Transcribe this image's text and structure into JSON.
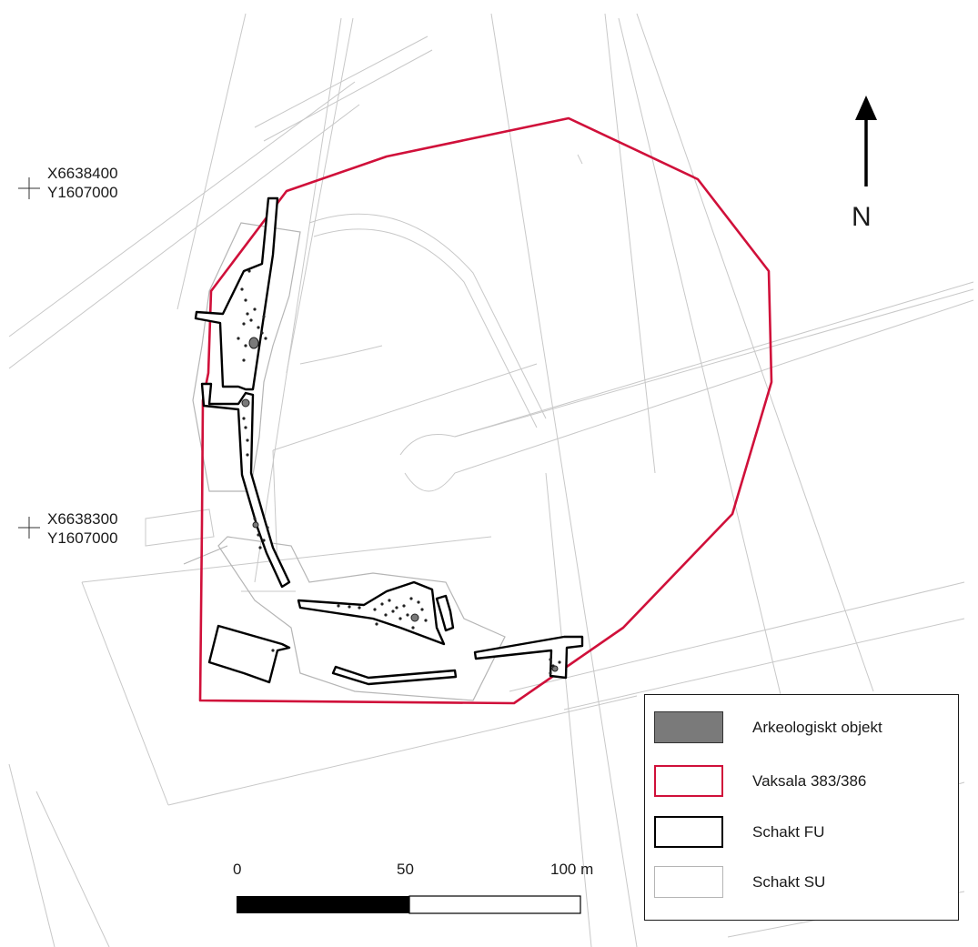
{
  "map": {
    "coords": [
      {
        "x": "X6638400",
        "y": "Y1607000"
      },
      {
        "x": "X6638300",
        "y": "Y1607000"
      }
    ],
    "north_arrow": {
      "label": "N",
      "icon": "north-arrow-icon"
    },
    "scale_bar": {
      "ticks": [
        "0",
        "50",
        "100 m"
      ]
    },
    "legend": {
      "items": [
        {
          "label": "Arkeologiskt objekt",
          "fill": "#7a7a7a",
          "stroke": "#333333"
        },
        {
          "label": "Vaksala 383/386",
          "fill": "none",
          "stroke": "#d0103a"
        },
        {
          "label": "Schakt FU",
          "fill": "none",
          "stroke": "#000000"
        },
        {
          "label": "Schakt SU",
          "fill": "none",
          "stroke": "#b5b5b5"
        }
      ]
    },
    "colors": {
      "boundary": "#d0103a",
      "trench_fu": "#000000",
      "trench_su": "#b5b5b5",
      "background_lines": "#c8c8c8",
      "object_fill": "#7a7a7a"
    }
  }
}
